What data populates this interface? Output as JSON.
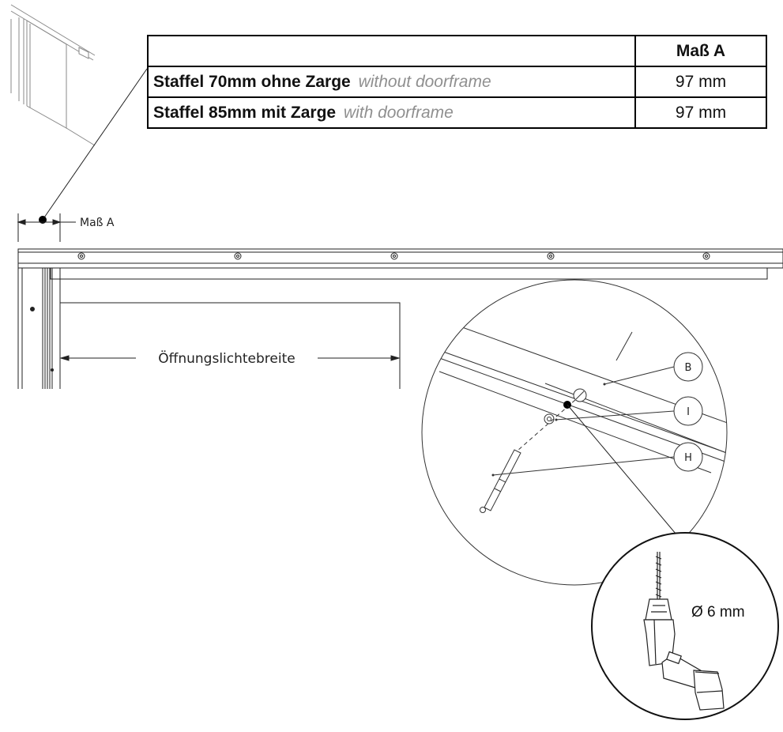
{
  "table": {
    "header_col2": "Maß A",
    "rows": [
      {
        "label_de": "Staffel 70mm ohne Zarge",
        "label_en": "without doorframe",
        "value": "97 mm"
      },
      {
        "label_de": "Staffel 85mm mit Zarge",
        "label_en": "with doorframe",
        "value": "97 mm"
      }
    ]
  },
  "drawing": {
    "dimension_label": "Maß A",
    "opening_label": "Öffnungslichtebreite",
    "callouts": {
      "b": "B",
      "i": "I",
      "h": "H"
    },
    "drill_diameter": "Ø 6 mm"
  },
  "icons": {
    "thumbnail": "sliding-door-thumbnail-icon",
    "drill": "drill-icon"
  }
}
